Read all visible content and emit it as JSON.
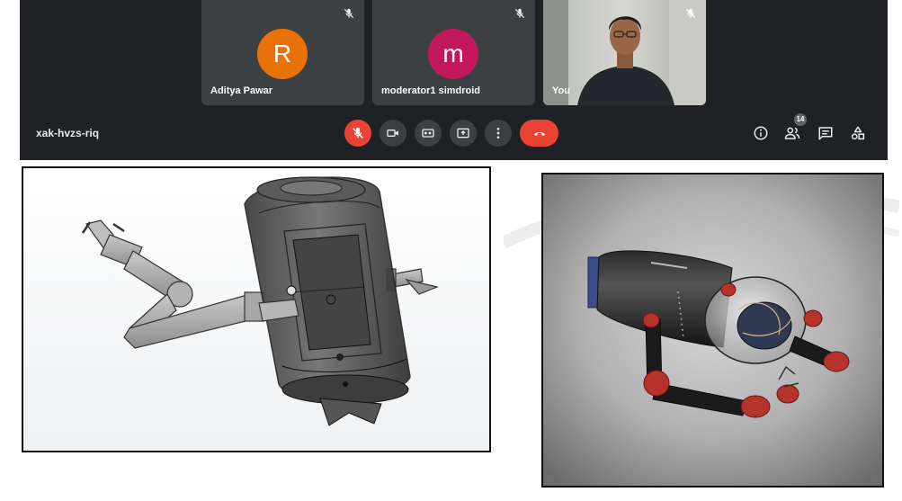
{
  "meeting": {
    "code": "xak-hvzs-riq",
    "participant_count": "14"
  },
  "participants": [
    {
      "name": "Aditya Pawar",
      "initial": "R",
      "color": "#e8710a",
      "muted": true
    },
    {
      "name": "moderator1 simdroid",
      "initial": "m",
      "color": "#c2185b",
      "muted": true
    },
    {
      "name": "You",
      "muted": true
    }
  ],
  "controls": {
    "center": [
      "mic-off-icon",
      "camera-icon",
      "captions-icon",
      "present-icon",
      "more-vert-icon",
      "call-end-icon"
    ],
    "right": [
      "info-icon",
      "people-icon",
      "chat-icon",
      "activities-icon"
    ]
  },
  "colors": {
    "meet_bg": "#202124",
    "tile_bg": "#3c4043",
    "danger": "#ea4335"
  }
}
